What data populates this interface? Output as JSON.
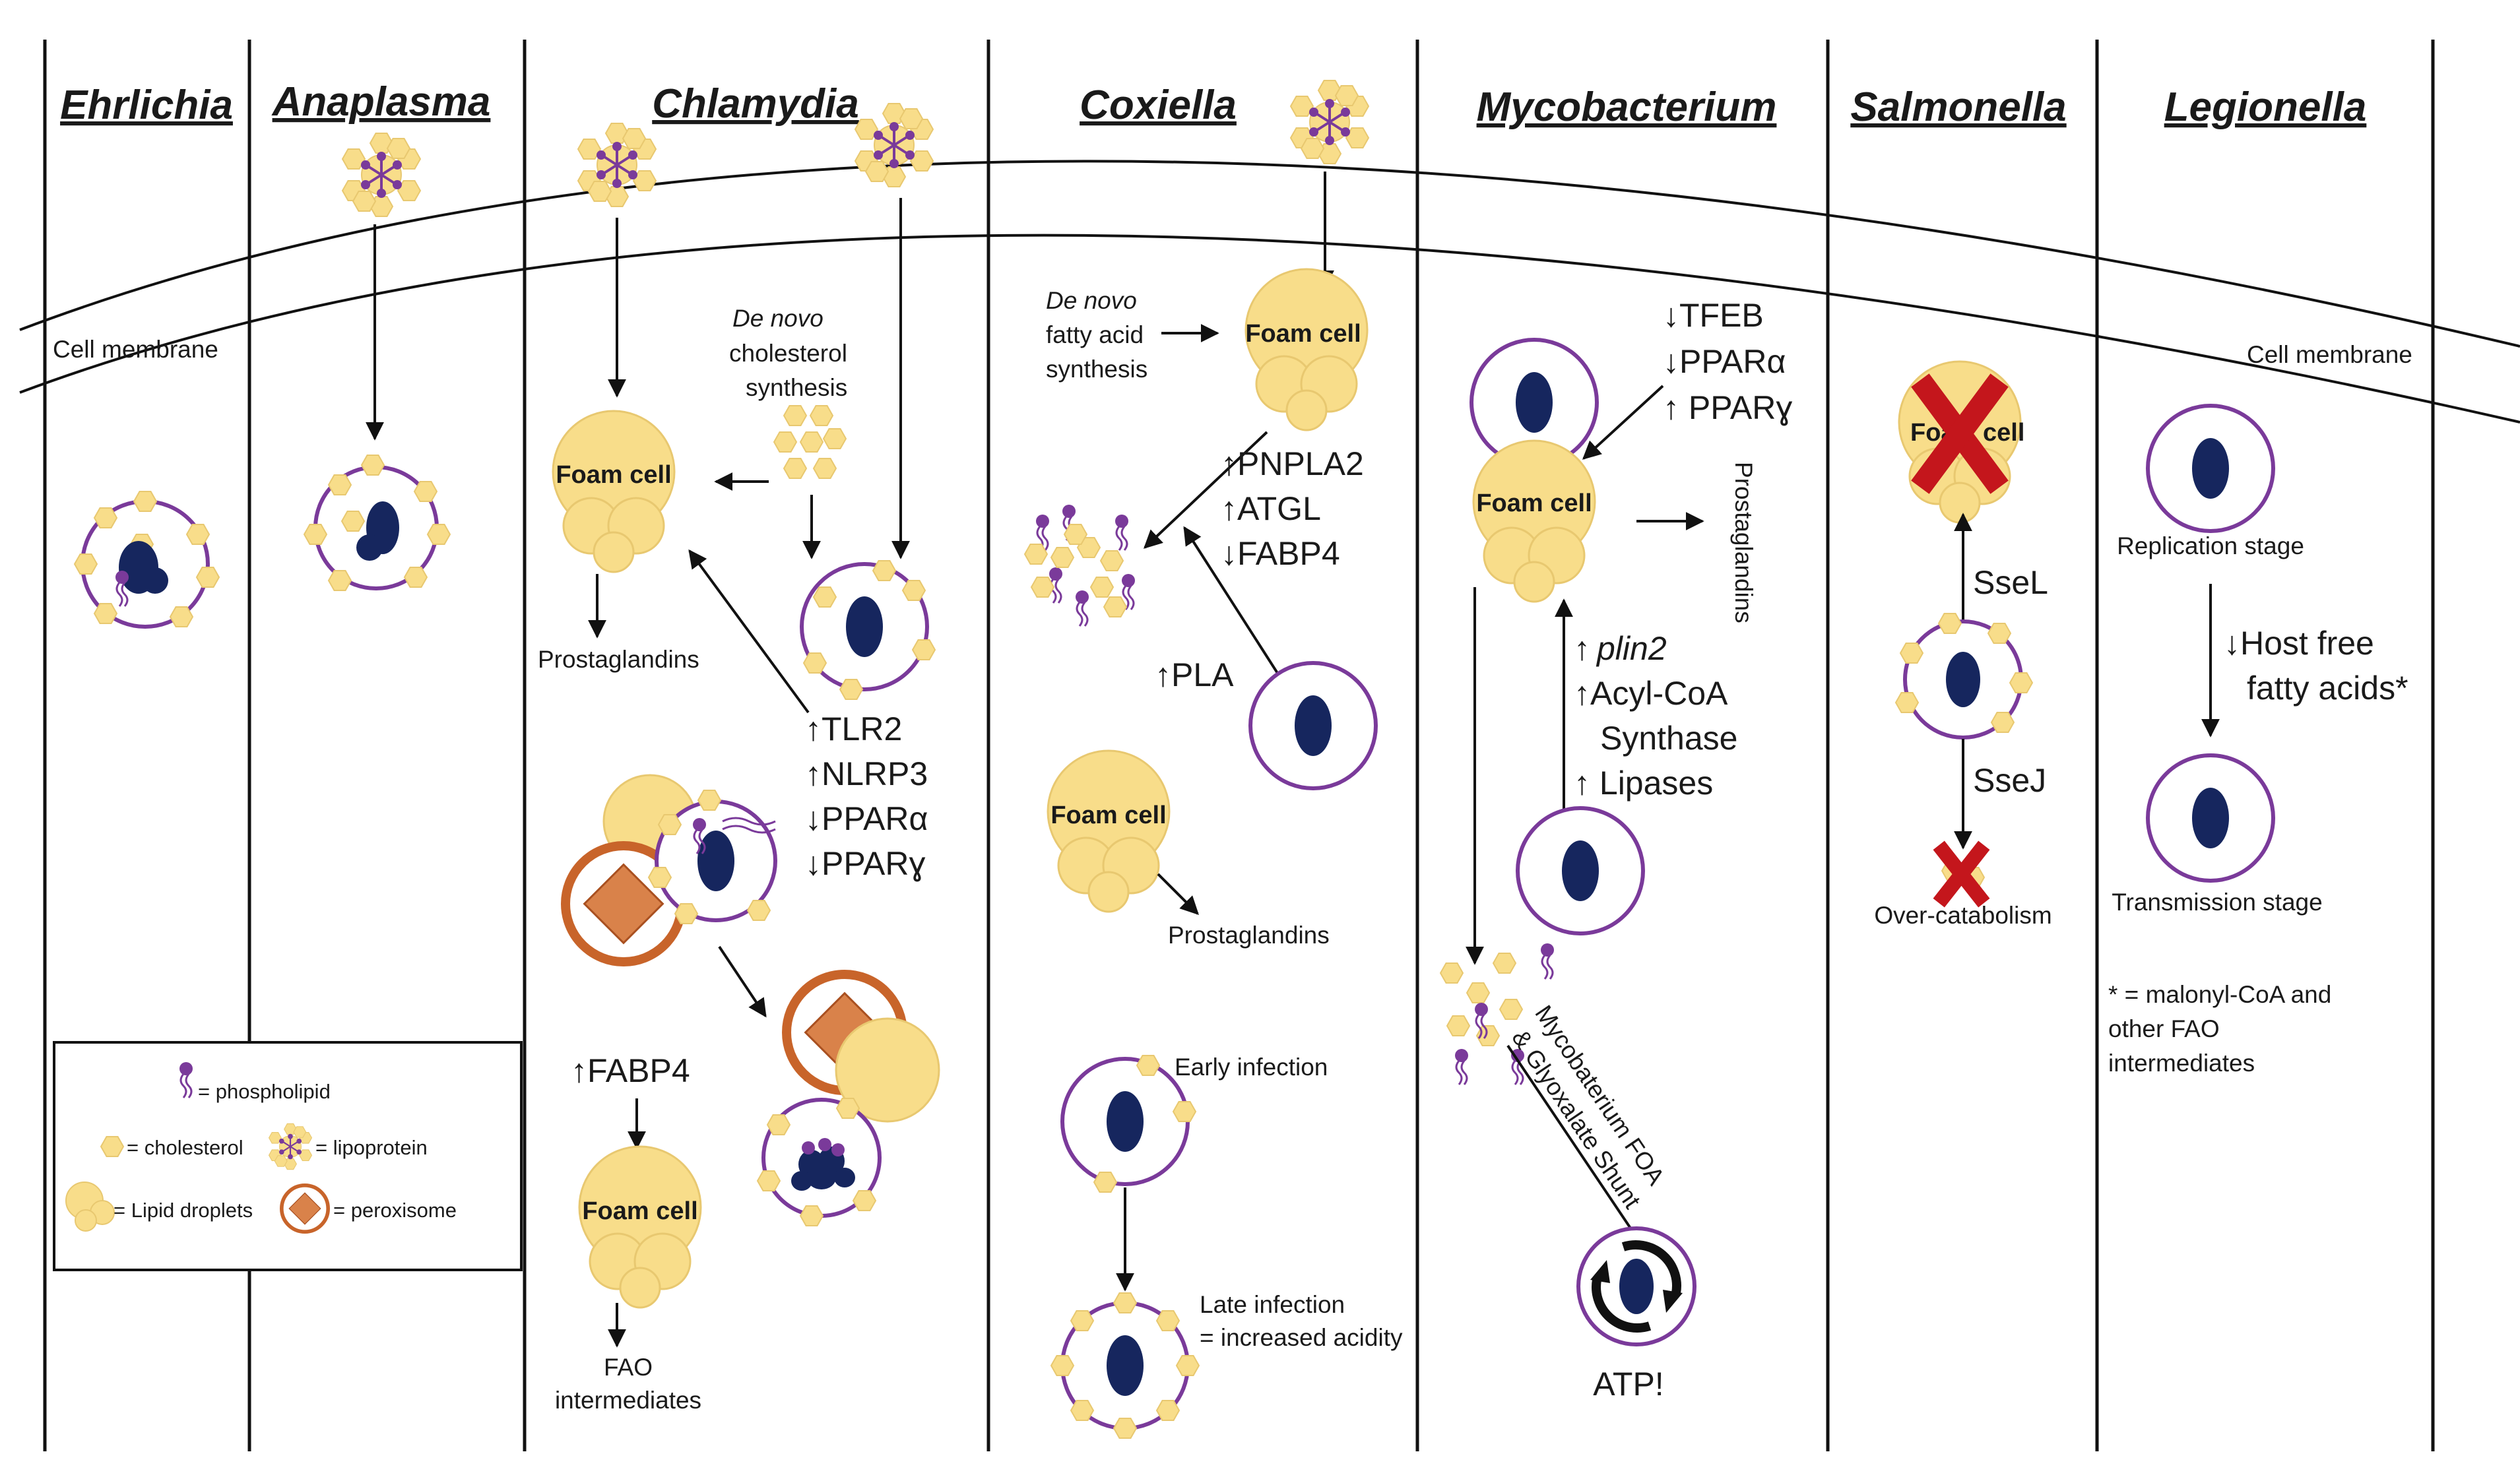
{
  "headers": [
    "Ehrlichia",
    "Anaplasma",
    "Chlamydia",
    "Coxiella",
    "Mycobacterium",
    "Salmonella",
    "Legionella"
  ],
  "cell_membrane": "Cell membrane",
  "foam_cell": "Foam cell",
  "prostaglandins": "Prostaglandins",
  "legend": {
    "phospholipid": "= phospholipid",
    "cholesterol": "= cholesterol",
    "lipoprotein": "= lipoprotein",
    "lipid_droplets": "= Lipid droplets",
    "peroxisome": "= peroxisome"
  },
  "chlamydia": {
    "de_novo": "De novo",
    "cholesterol": "cholesterol",
    "synthesis": "synthesis",
    "markers": [
      "↑TLR2",
      "↑NLRP3",
      "↓PPARα",
      "↓PPARɣ"
    ],
    "fabp4": "↑FABP4",
    "fao": "FAO",
    "intermediates": "intermediates"
  },
  "coxiella": {
    "de_novo": "De novo",
    "fatty_acid": "fatty acid",
    "synthesis": "synthesis",
    "markers": [
      "↑PNPLA2",
      "↑ATGL",
      "↓FABP4"
    ],
    "pla": "↑PLA",
    "early": "Early infection",
    "late1": "Late infection",
    "late2": "= increased acidity"
  },
  "mycobacterium": {
    "top_markers": [
      "↓TFEB",
      "↓PPARα",
      "↑ PPARɣ"
    ],
    "plin2_arrow": "↑",
    "plin2": "plin2",
    "markers": [
      "↑Acyl-CoA",
      "Synthase",
      "↑ Lipases"
    ],
    "shunt1": "Mycobaterium FOA",
    "shunt2": "& Glyoxalate Shunt",
    "atp": "ATP!"
  },
  "salmonella": {
    "foam_a": "Foa",
    "foam_b": "cell",
    "ssel": "SseL",
    "ssej": "SseJ",
    "over": "Over-catabolism"
  },
  "legionella": {
    "replication": "Replication stage",
    "host1": "↓Host free",
    "host2": "fatty acids*",
    "transmission": "Transmission stage",
    "note1": "* = malonyl-CoA and",
    "note2": "other FAO",
    "note3": "intermediates"
  },
  "colors": {
    "yellow": "#f8dd8a",
    "yellow_stroke": "#e8c870",
    "purple": "#7a3a9a",
    "navy": "#16265e",
    "orange": "#c8642a",
    "orange_fill": "#d9824a",
    "red": "#c4161c"
  }
}
